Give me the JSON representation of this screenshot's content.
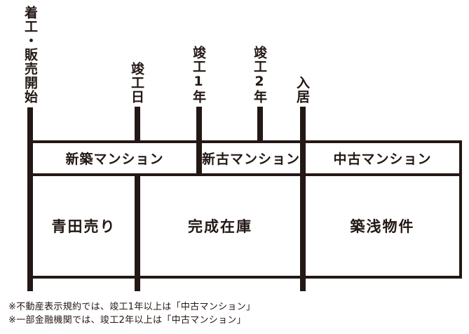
{
  "colors": {
    "ink": "#231815",
    "background": "#ffffff"
  },
  "diagram": {
    "events": [
      {
        "label": "着工・販売開始"
      },
      {
        "label": "竣工日"
      },
      {
        "label": "竣工1年"
      },
      {
        "label": "竣工2年"
      },
      {
        "label": "入居"
      }
    ],
    "band_cells": [
      {
        "label": "新築マンション"
      },
      {
        "label": "新古マンション"
      },
      {
        "label": "中古マンション"
      }
    ],
    "stage_cells": [
      {
        "label": "青田売り"
      },
      {
        "label": "完成在庫"
      },
      {
        "label": "築浅物件"
      }
    ],
    "footnotes": [
      "※不動産表示規約では、竣工1年以上は「中古マンション」",
      "※一部金融機関では、竣工2年以上は「中古マンション」"
    ]
  }
}
